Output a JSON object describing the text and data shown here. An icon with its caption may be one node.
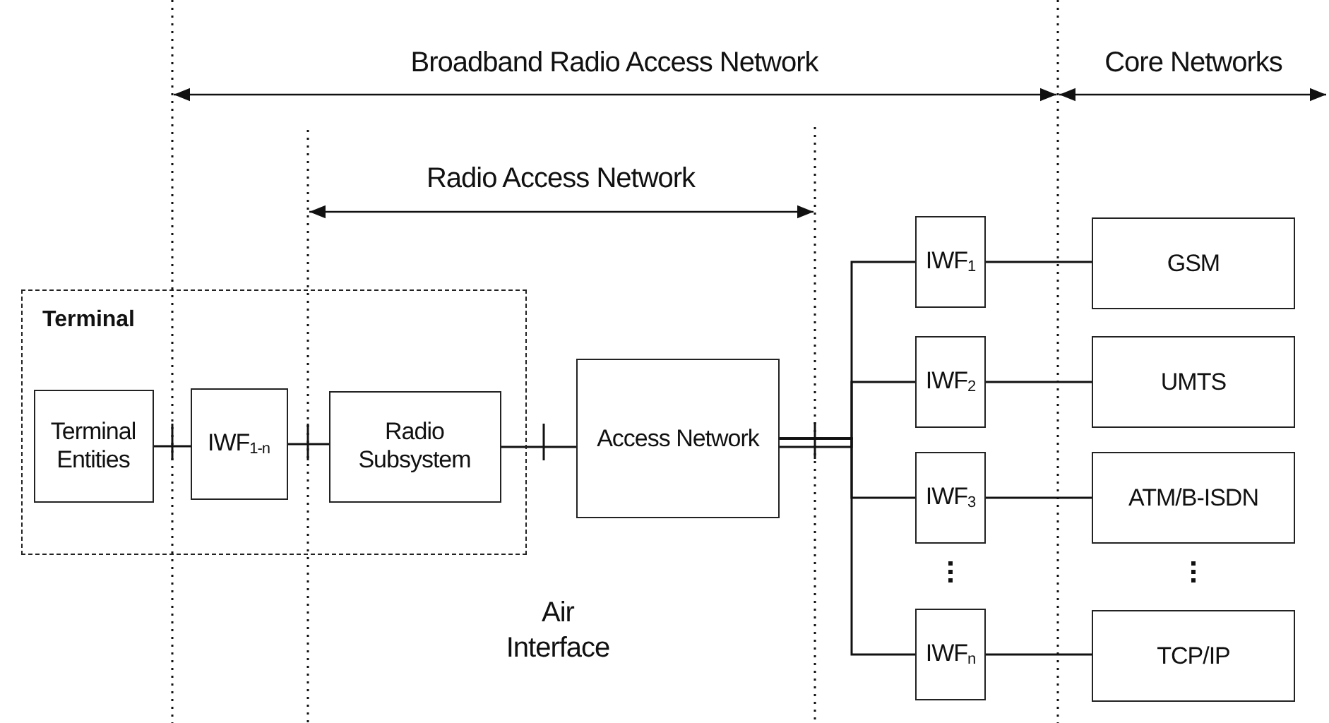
{
  "diagram": {
    "nodes": [
      {
        "text": [
          "Terminal"
        ]
      },
      {
        "text": [
          "Terminal Entities"
        ],
        "in": 0
      },
      {
        "text": [
          "IWF$_{1-n}$"
        ],
        "in": 0
      },
      {
        "text": [
          "Radio Subsystem"
        ],
        "in": 0
      },
      {
        "text": [
          "Access Network"
        ]
      },
      {
        "text": [
          "IWF$_{1}$"
        ]
      },
      {
        "text": [
          "IWF$_{2}$"
        ]
      },
      {
        "text": [
          "IWF$_{3}$"
        ]
      },
      {
        "text": [
          "IWF$_{n}$"
        ]
      },
      {
        "text": [
          "GSM"
        ]
      },
      {
        "text": [
          "UMTS"
        ]
      },
      {
        "text": [
          "ATM/B-ISDN"
        ]
      },
      {
        "text": [
          "TCP/IP"
        ]
      }
    ],
    "edges": [
      {
        "from": 1,
        "to": 2,
        "arrow": "none"
      },
      {
        "from": 2,
        "to": 3,
        "arrow": "none"
      },
      {
        "from": 3,
        "to": 4,
        "arrow": "none"
      },
      {
        "from": 4,
        "to": 5,
        "arrow": "none"
      },
      {
        "from": 4,
        "to": 6,
        "arrow": "none"
      },
      {
        "from": 4,
        "to": 7,
        "arrow": "none"
      },
      {
        "from": 4,
        "to": 8,
        "arrow": "none"
      },
      {
        "from": 5,
        "to": 9,
        "arrow": "none"
      },
      {
        "from": 6,
        "to": 10,
        "arrow": "none"
      },
      {
        "from": 7,
        "to": 11,
        "arrow": "none"
      },
      {
        "from": 8,
        "to": 12,
        "arrow": "none"
      }
    ],
    "labels": [
      "Broadband Radio Access Network",
      "Core Networks",
      "Radio Access Network",
      "Air Interface"
    ]
  }
}
